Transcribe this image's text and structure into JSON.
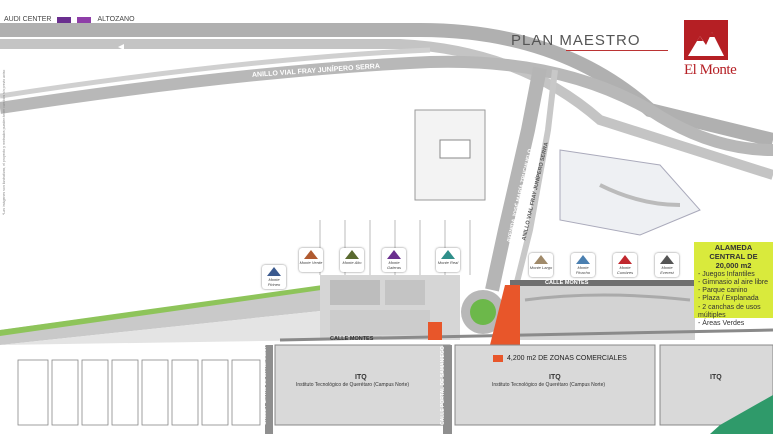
{
  "legend": {
    "audi_label": "AUDI CENTER",
    "altozano_label": "ALTOZANO",
    "audi_color": "#6a2f8f",
    "altozano_color": "#8e3ea8"
  },
  "header": {
    "title": "PLAN MAESTRO",
    "brand": "El Monte",
    "brand_color": "#b51f24"
  },
  "roads": {
    "anillo": "ANILLO VIAL FRAY JUNÍPERO SERRA",
    "avenida": "AVENIDA JOSÉ MARÍA TRUCHUELO",
    "anillo_fray": "ANILLO VIAL FRAY JUNÍPERO SERRA",
    "calle_montes": "CALLE MONTES",
    "calle_montes_right": "CALLE MONTES",
    "calle_alameda": "CALLE PORTAL DE LA ALAMEDA",
    "calle_samaniego": "CALLE PORTAL DE SAMANIEGO"
  },
  "campus": {
    "code": "ITQ",
    "name": "Instituto Tecnológico de Querétaro (Campus Norte)"
  },
  "alameda": {
    "title": "ALAMEDA CENTRAL DE 20,000 m2",
    "items": [
      "- Juegos Infantiles",
      "- Gimnasio al aire libre",
      "- Parque canino",
      "- Plaza / Explanada",
      "- 2 canchas de usos múltiples",
      "- Áreas Verdes"
    ]
  },
  "zonas": {
    "label": "4,200 m2 DE ZONAS COMERCIALES",
    "color": "#e8562a"
  },
  "pins": [
    {
      "label": "Monte Pirineo",
      "color": "#3b5a8f"
    },
    {
      "label": "Monte Verde",
      "color": "#b05a30"
    },
    {
      "label": "Monte Alto",
      "color": "#5a6a2f"
    },
    {
      "label": "Monte Galeras",
      "color": "#6a2f8f"
    },
    {
      "label": "Monte Real",
      "color": "#2f8f8a"
    },
    {
      "label": "Monte Largo",
      "color": "#a08a6a"
    },
    {
      "label": "Monte Picacho",
      "color": "#4a7fb0"
    },
    {
      "label": "Monte Cumbres",
      "color": "#c0272d"
    },
    {
      "label": "Monte Everest",
      "color": "#555555"
    }
  ],
  "side_note": "*Las imágenes son ilustrativas, el proyecto y metrados pueden tener cambios sin previo aviso"
}
